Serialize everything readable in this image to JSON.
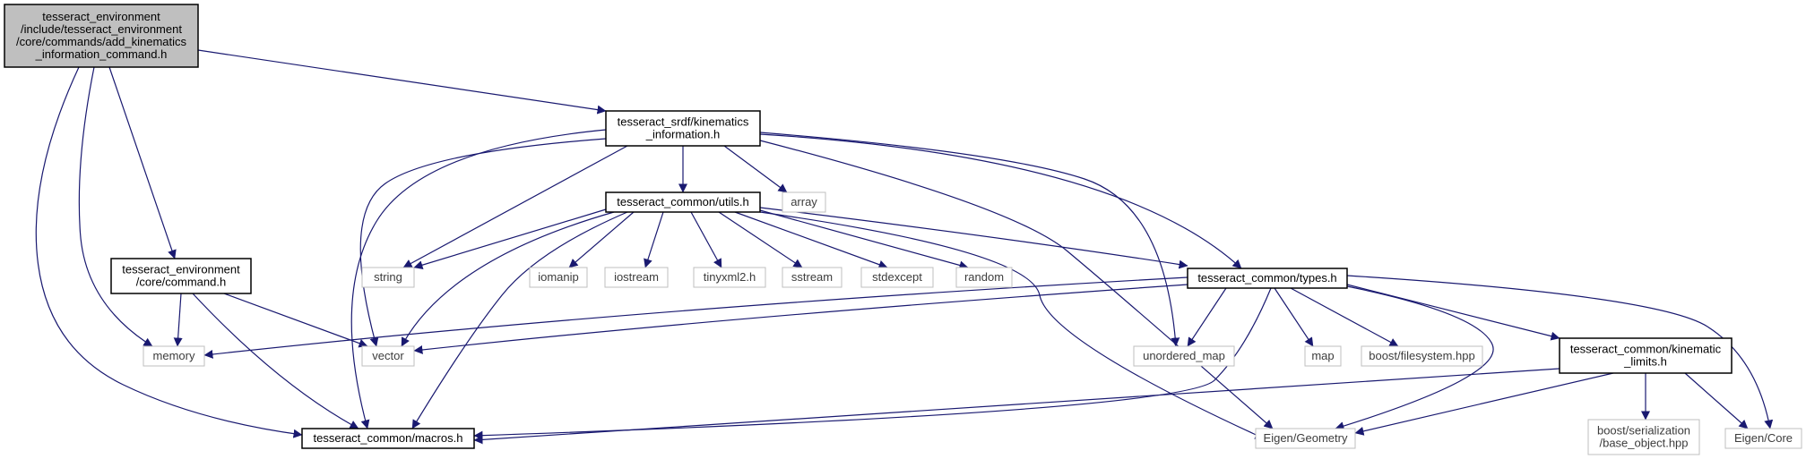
{
  "diagram": {
    "type": "include dependency graph",
    "colors": {
      "edge": "#191970",
      "root_fill": "#bfbfbf",
      "root_border": "#000000",
      "documented_border": "#000000",
      "system_border": "#bfbfbf",
      "system_text": "#3c3c3c"
    },
    "nodes": [
      {
        "id": "root",
        "kind": "root",
        "lines": [
          "tesseract_environment",
          "/include/tesseract_environment",
          "/core/commands/add_kinematics",
          "_information_command.h"
        ]
      },
      {
        "id": "kin_info",
        "kind": "documented",
        "lines": [
          "tesseract_srdf/kinematics",
          "_information.h"
        ]
      },
      {
        "id": "command",
        "kind": "documented",
        "lines": [
          "tesseract_environment",
          "/core/command.h"
        ]
      },
      {
        "id": "utils",
        "kind": "documented",
        "lines": [
          "tesseract_common/utils.h"
        ]
      },
      {
        "id": "types",
        "kind": "documented",
        "lines": [
          "tesseract_common/types.h"
        ]
      },
      {
        "id": "kin_limits",
        "kind": "documented",
        "lines": [
          "tesseract_common/kinematic",
          "_limits.h"
        ]
      },
      {
        "id": "macros",
        "kind": "documented",
        "lines": [
          "tesseract_common/macros.h"
        ]
      },
      {
        "id": "array",
        "kind": "system",
        "lines": [
          "array"
        ]
      },
      {
        "id": "string",
        "kind": "system",
        "lines": [
          "string"
        ]
      },
      {
        "id": "iomanip",
        "kind": "system",
        "lines": [
          "iomanip"
        ]
      },
      {
        "id": "iostream",
        "kind": "system",
        "lines": [
          "iostream"
        ]
      },
      {
        "id": "tinyxml2",
        "kind": "system",
        "lines": [
          "tinyxml2.h"
        ]
      },
      {
        "id": "sstream",
        "kind": "system",
        "lines": [
          "sstream"
        ]
      },
      {
        "id": "stdexcept",
        "kind": "system",
        "lines": [
          "stdexcept"
        ]
      },
      {
        "id": "random",
        "kind": "system",
        "lines": [
          "random"
        ]
      },
      {
        "id": "memory",
        "kind": "system",
        "lines": [
          "memory"
        ]
      },
      {
        "id": "vector",
        "kind": "system",
        "lines": [
          "vector"
        ]
      },
      {
        "id": "unordered_map",
        "kind": "system",
        "lines": [
          "unordered_map"
        ]
      },
      {
        "id": "map",
        "kind": "system",
        "lines": [
          "map"
        ]
      },
      {
        "id": "boost_fs",
        "kind": "system",
        "lines": [
          "boost/filesystem.hpp"
        ]
      },
      {
        "id": "eigen_geom",
        "kind": "system",
        "lines": [
          "Eigen/Geometry"
        ]
      },
      {
        "id": "boost_ser",
        "kind": "system",
        "lines": [
          "boost/serialization",
          "/base_object.hpp"
        ]
      },
      {
        "id": "eigen_core",
        "kind": "system",
        "lines": [
          "Eigen/Core"
        ]
      }
    ],
    "edges": [
      [
        "root",
        "kin_info"
      ],
      [
        "root",
        "command"
      ],
      [
        "root",
        "memory"
      ],
      [
        "root",
        "macros"
      ],
      [
        "kin_info",
        "utils"
      ],
      [
        "kin_info",
        "array"
      ],
      [
        "kin_info",
        "string"
      ],
      [
        "kin_info",
        "vector"
      ],
      [
        "kin_info",
        "macros"
      ],
      [
        "kin_info",
        "unordered_map"
      ],
      [
        "kin_info",
        "types"
      ],
      [
        "kin_info",
        "eigen_geom"
      ],
      [
        "command",
        "memory"
      ],
      [
        "command",
        "vector"
      ],
      [
        "command",
        "macros"
      ],
      [
        "utils",
        "string"
      ],
      [
        "utils",
        "iomanip"
      ],
      [
        "utils",
        "iostream"
      ],
      [
        "utils",
        "tinyxml2"
      ],
      [
        "utils",
        "sstream"
      ],
      [
        "utils",
        "stdexcept"
      ],
      [
        "utils",
        "random"
      ],
      [
        "utils",
        "vector"
      ],
      [
        "utils",
        "macros"
      ],
      [
        "utils",
        "types"
      ],
      [
        "utils",
        "eigen_geom"
      ],
      [
        "types",
        "memory"
      ],
      [
        "types",
        "vector"
      ],
      [
        "types",
        "unordered_map"
      ],
      [
        "types",
        "map"
      ],
      [
        "types",
        "boost_fs"
      ],
      [
        "types",
        "macros"
      ],
      [
        "types",
        "eigen_geom"
      ],
      [
        "types",
        "kin_limits"
      ],
      [
        "types",
        "eigen_core"
      ],
      [
        "kin_limits",
        "macros"
      ],
      [
        "kin_limits",
        "eigen_geom"
      ],
      [
        "kin_limits",
        "boost_ser"
      ],
      [
        "kin_limits",
        "eigen_core"
      ]
    ]
  }
}
